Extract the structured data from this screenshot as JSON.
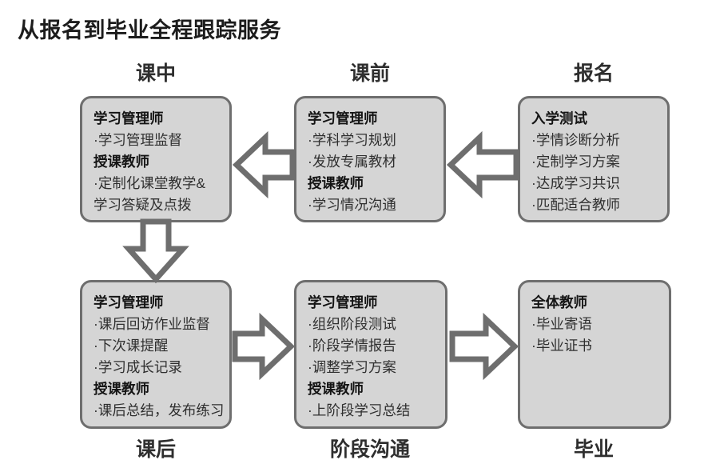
{
  "page": {
    "title": "从报名到毕业全程跟踪服务",
    "background_color": "#ffffff",
    "box_fill_color": "#d5d5d5",
    "box_border_color": "#6e6e6e",
    "arrow_color": "#6e6e6e",
    "text_color": "#262626"
  },
  "stages": [
    {
      "key": "during-class",
      "label": "课中",
      "position": "top",
      "column": "a"
    },
    {
      "key": "before-class",
      "label": "课前",
      "position": "top",
      "column": "b"
    },
    {
      "key": "enrollment",
      "label": "报名",
      "position": "top",
      "column": "c"
    },
    {
      "key": "after-class",
      "label": "课后",
      "position": "bottom",
      "column": "a"
    },
    {
      "key": "phase-comm",
      "label": "阶段沟通",
      "position": "bottom",
      "column": "b"
    },
    {
      "key": "graduation",
      "label": "毕业",
      "position": "bottom",
      "column": "c"
    }
  ],
  "boxes": {
    "during_class": {
      "lines": [
        {
          "type": "role",
          "text": "学习管理师"
        },
        {
          "type": "item",
          "text": "·学习管理监督"
        },
        {
          "type": "role",
          "text": "授课教师"
        },
        {
          "type": "item",
          "text": "·定制化课堂教学&"
        },
        {
          "type": "item",
          "text": "学习答疑及点拨"
        }
      ]
    },
    "before_class": {
      "lines": [
        {
          "type": "role",
          "text": "学习管理师"
        },
        {
          "type": "item",
          "text": "·学科学习规划"
        },
        {
          "type": "item",
          "text": "·发放专属教材"
        },
        {
          "type": "role",
          "text": "授课教师"
        },
        {
          "type": "item",
          "text": "·学习情况沟通"
        }
      ]
    },
    "enrollment": {
      "lines": [
        {
          "type": "role",
          "text": "入学测试"
        },
        {
          "type": "item",
          "text": "·学情诊断分析"
        },
        {
          "type": "item",
          "text": "·定制学习方案"
        },
        {
          "type": "item",
          "text": "·达成学习共识"
        },
        {
          "type": "item",
          "text": "·匹配适合教师"
        }
      ]
    },
    "after_class": {
      "lines": [
        {
          "type": "role",
          "text": "学习管理师"
        },
        {
          "type": "item",
          "text": "·课后回访作业监督"
        },
        {
          "type": "item",
          "text": "·下次课提醒"
        },
        {
          "type": "item",
          "text": "·学习成长记录"
        },
        {
          "type": "role",
          "text": "授课教师"
        },
        {
          "type": "item",
          "text": "·课后总结，发布练习"
        }
      ]
    },
    "phase_communication": {
      "lines": [
        {
          "type": "role",
          "text": "学习管理师"
        },
        {
          "type": "item",
          "text": "·组织阶段测试"
        },
        {
          "type": "item",
          "text": "·阶段学情报告"
        },
        {
          "type": "item",
          "text": "·调整学习方案"
        },
        {
          "type": "role",
          "text": "授课教师"
        },
        {
          "type": "item",
          "text": "·上阶段学习总结"
        }
      ]
    },
    "graduation": {
      "lines": [
        {
          "type": "role",
          "text": "全体教师"
        },
        {
          "type": "item",
          "text": "·毕业寄语"
        },
        {
          "type": "item",
          "text": "·毕业证书"
        }
      ]
    }
  },
  "arrows": [
    {
      "name": "arrow-enrollment-to-before-class",
      "direction": "left"
    },
    {
      "name": "arrow-before-class-to-during-class",
      "direction": "left"
    },
    {
      "name": "arrow-during-class-to-after-class",
      "direction": "down"
    },
    {
      "name": "arrow-after-class-to-phase-communication",
      "direction": "right"
    },
    {
      "name": "arrow-phase-communication-to-graduation",
      "direction": "right"
    }
  ]
}
